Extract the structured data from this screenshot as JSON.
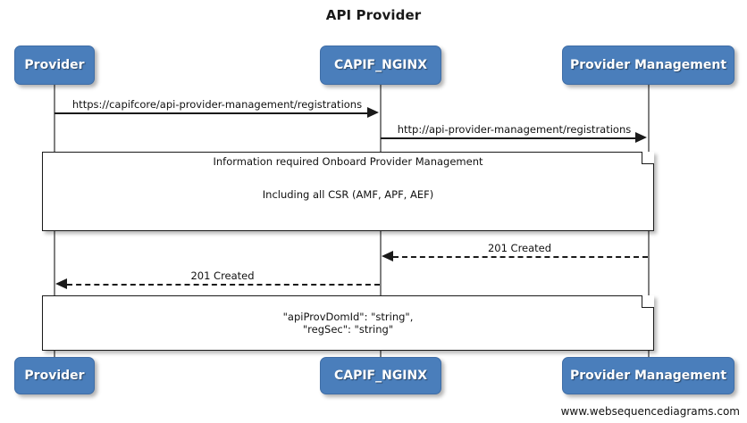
{
  "diagram": {
    "title": "API Provider",
    "type": "sequence-diagram",
    "watermark": "www.websequencediagrams.com",
    "colors": {
      "participant_fill": "#4a7ebb",
      "participant_text": "#ffffff",
      "line": "#1a1a1a",
      "lifeline": "#808080",
      "note_fill": "#ffffff",
      "background": "#ffffff"
    }
  },
  "participants": [
    {
      "id": "provider",
      "label": "Provider"
    },
    {
      "id": "capif_nginx",
      "label": "CAPIF_NGINX"
    },
    {
      "id": "provider_management",
      "label": "Provider Management"
    }
  ],
  "messages": [
    {
      "id": "m1",
      "label": "https://capifcore/api-provider-management/registrations",
      "from": "provider",
      "to": "capif_nginx",
      "style": "solid",
      "direction": "right"
    },
    {
      "id": "m2",
      "label": "http://api-provider-management/registrations",
      "from": "capif_nginx",
      "to": "provider_management",
      "style": "solid",
      "direction": "right"
    },
    {
      "id": "m3",
      "label": "201 Created",
      "from": "provider_management",
      "to": "capif_nginx",
      "style": "dashed",
      "direction": "left"
    },
    {
      "id": "m4",
      "label": "201 Created",
      "from": "capif_nginx",
      "to": "provider",
      "style": "dashed",
      "direction": "left"
    }
  ],
  "notes": [
    {
      "id": "note1",
      "lines": [
        "Information required Onboard Provider Management",
        "Including all CSR (AMF, APF, AEF)"
      ]
    },
    {
      "id": "note2",
      "lines": [
        "\"apiProvDomId\": \"string\",",
        "\"regSec\": \"string\""
      ]
    }
  ]
}
